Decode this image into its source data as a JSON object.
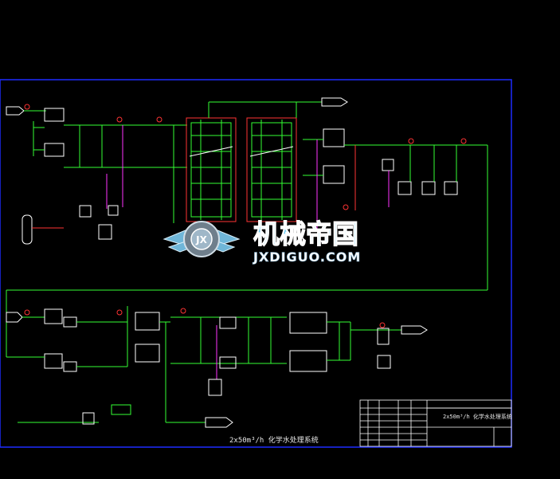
{
  "drawing": {
    "title": "2x50m³/h 化学水处理系统",
    "titleblock_title": "2x50m³/h 化学水处理系统"
  },
  "watermark": {
    "name_cn": "机械帝国",
    "domain": "JXDIGUO.COM"
  },
  "colors": {
    "background": "#000000",
    "frame": "#1e2cff",
    "pipe_main": "#33ff33",
    "pipe_secondary": "#ff3333",
    "cyan_text": "#00ffff",
    "magenta": "#ff33ff",
    "white": "#ffffff",
    "watermark_blue": "#5ec8f2"
  },
  "icons": [
    "gear-emblem-icon",
    "wing-icon"
  ]
}
